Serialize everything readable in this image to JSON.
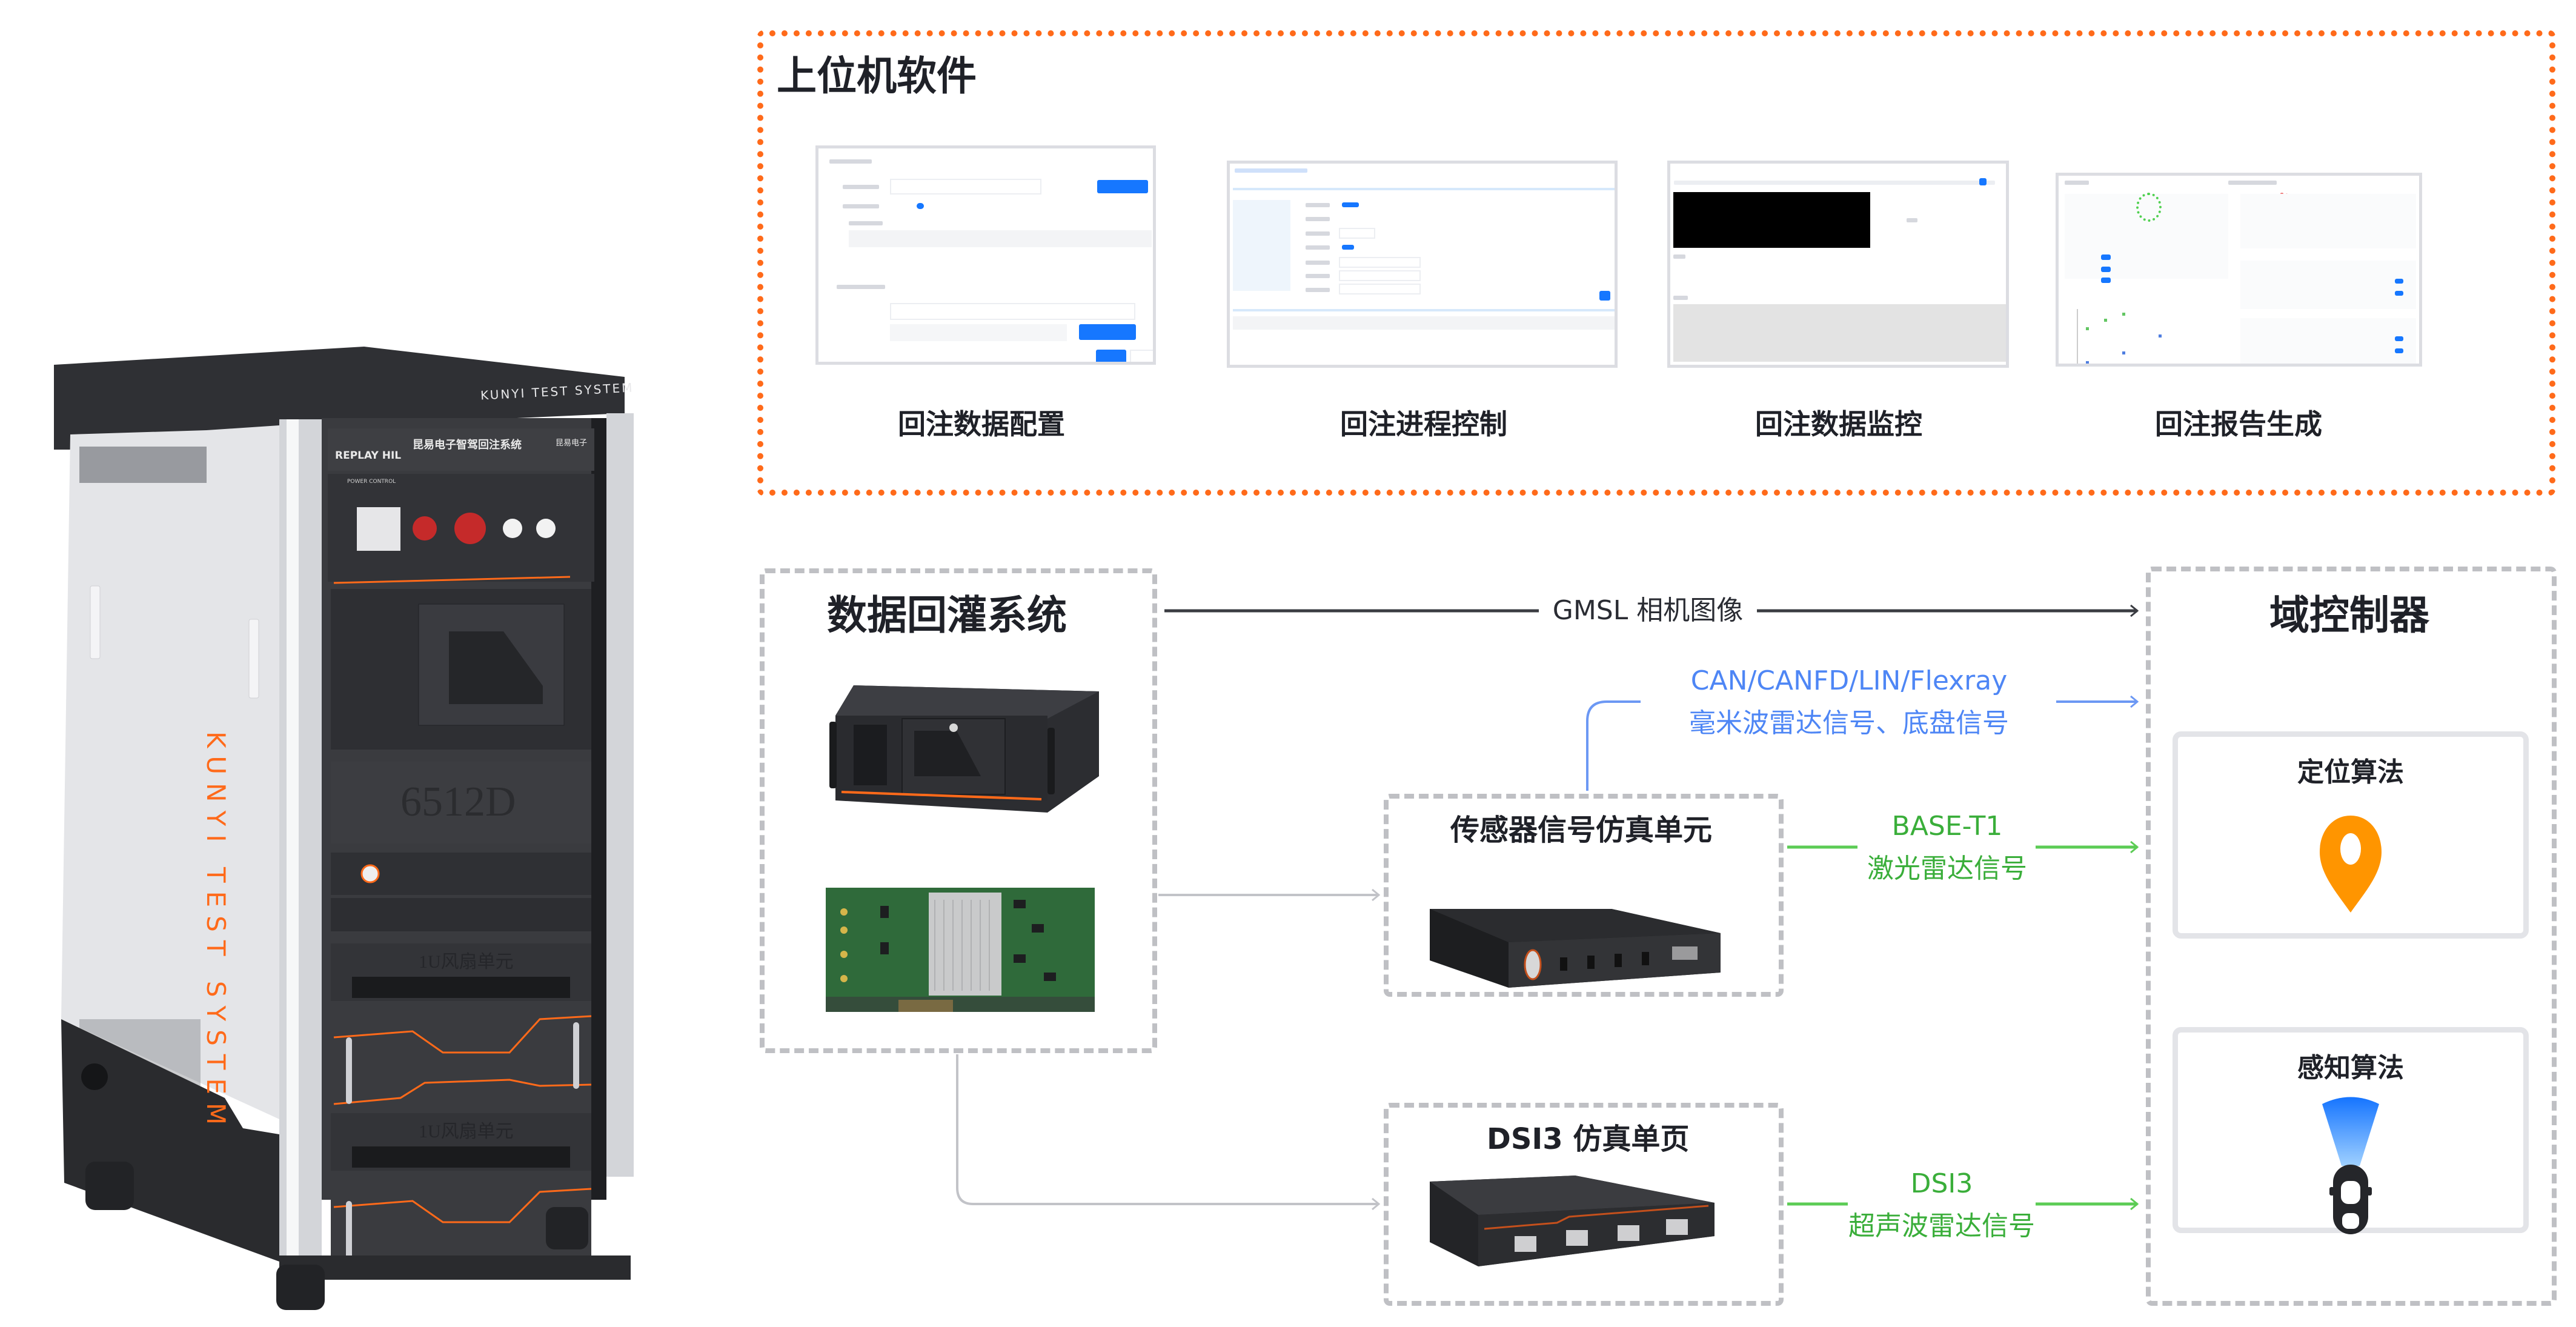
{
  "software": {
    "title": "上位机软件",
    "modules": [
      {
        "label": "回注数据配置",
        "thumbnail": "dialog-form-mockup"
      },
      {
        "label": "回注进程控制",
        "thumbnail": "process-control-mockup"
      },
      {
        "label": "回注数据监控",
        "thumbnail": "monitor-video-mockup"
      },
      {
        "label": "回注报告生成",
        "thumbnail": "report-chart-mockup"
      }
    ]
  },
  "cabinet": {
    "brand_top": "KUNYI TEST SYSTEM",
    "side_text": "KUNYI TEST SYSTEM",
    "header_label": "REPLAY HIL",
    "header_cn": "昆易电子智驾回注系统",
    "logo_text": "昆易电子",
    "power_label": "POWER CONTROL",
    "unit_6512": "6512D",
    "fan_unit": "1U风扇单元"
  },
  "replay_system": {
    "title": "数据回灌系统",
    "devices": [
      "industrial-pc-chassis",
      "fpga-pcie-card"
    ]
  },
  "sensor_unit": {
    "title": "传感器信号仿真单元"
  },
  "dsi3_unit": {
    "title": "DSI3 仿真单页"
  },
  "domain_controller": {
    "title": "域控制器",
    "cards": [
      {
        "title": "定位算法",
        "icon": "location-pin-icon"
      },
      {
        "title": "感知算法",
        "icon": "car-sensing-icon"
      }
    ]
  },
  "signals": {
    "gmsl": {
      "line1": "GMSL 相机图像",
      "color": "#2a2c33"
    },
    "can": {
      "line1": "CAN/CANFD/LIN/Flexray",
      "line2": "毫米波雷达信号、底盘信号",
      "color": "#4e86f5"
    },
    "base_t1": {
      "line1": "BASE-T1",
      "line2": "激光雷达信号",
      "color": "#3aae3a"
    },
    "dsi3": {
      "line1": "DSI3",
      "line2": "超声波雷达信号",
      "color": "#3aae3a"
    }
  },
  "colors": {
    "accent_orange": "#ff6a1a",
    "frame_gray": "#bfc0c4",
    "pin_orange": "#ff9500",
    "sensing_blue": "#1e7bff"
  }
}
